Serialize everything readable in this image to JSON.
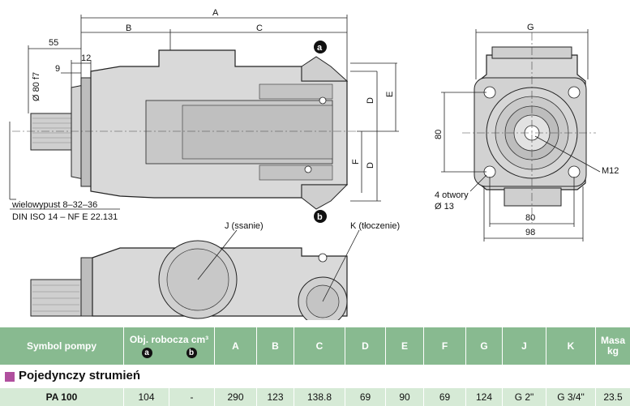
{
  "drawing": {
    "dims_top": {
      "A": "A",
      "B": "B",
      "C": "C"
    },
    "dims_left": {
      "d55": "55",
      "d12": "12",
      "d9": "9",
      "shaft": "Ø 80 f7"
    },
    "dims_right_side": {
      "D1": "D",
      "E": "E",
      "F": "F",
      "D2": "D"
    },
    "ports": {
      "a": "a",
      "b": "b"
    },
    "spline_note": [
      "wielowypust 8–32–36",
      "DIN ISO 14 – NF E 22.131"
    ],
    "port_labels": {
      "J": "J (ssanie)",
      "K": "K (tłoczenie)"
    },
    "front_view": {
      "G": "G",
      "d80v": "80",
      "M12": "M12",
      "holes": "4 otwory",
      "hole_dia": "Ø 13",
      "d80h": "80",
      "d98": "98"
    }
  },
  "table": {
    "headers": {
      "symbol": "Symbol pompy",
      "volume": "Obj. robocza cm³",
      "a": "a",
      "b": "b",
      "A": "A",
      "B": "B",
      "C": "C",
      "D": "D",
      "E": "E",
      "F": "F",
      "G": "G",
      "J": "J",
      "K": "K",
      "mass": "Masa",
      "mass_unit": "kg"
    },
    "section": "Pojedynczy strumień",
    "rows": [
      {
        "symbol": "PA 100",
        "a": "104",
        "b": "-",
        "A": "290",
        "B": "123",
        "C": "138.8",
        "D": "69",
        "E": "90",
        "F": "69",
        "G": "124",
        "J": "G 2\"",
        "K": "G 3/4\"",
        "mass": "23.5"
      }
    ]
  },
  "colors": {
    "header_bg": "#88ba90",
    "row_bg": "#d6ead6",
    "section_marker": "#b04f9e"
  }
}
